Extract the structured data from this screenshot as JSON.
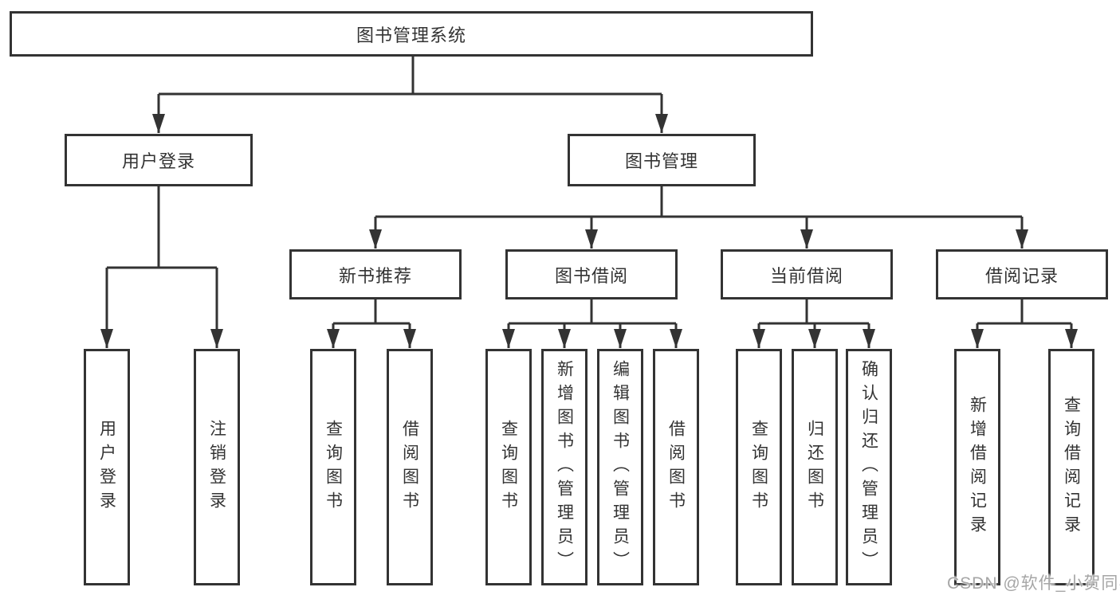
{
  "tree": {
    "root": {
      "label": "图书管理系统",
      "children": [
        {
          "label": "用户登录",
          "children": [
            {
              "label": "用户登录"
            },
            {
              "label": "注销登录"
            }
          ]
        },
        {
          "label": "图书管理",
          "children": [
            {
              "label": "新书推荐",
              "children": [
                {
                  "label": "查询图书"
                },
                {
                  "label": "借阅图书"
                }
              ]
            },
            {
              "label": "图书借阅",
              "children": [
                {
                  "label": "查询图书"
                },
                {
                  "label": "新增图书（管理员）"
                },
                {
                  "label": "编辑图书（管理员）"
                },
                {
                  "label": "借阅图书"
                }
              ]
            },
            {
              "label": "当前借阅",
              "children": [
                {
                  "label": "查询图书"
                },
                {
                  "label": "归还图书"
                },
                {
                  "label": "确认归还（管理员）"
                }
              ]
            },
            {
              "label": "借阅记录",
              "children": [
                {
                  "label": "新增借阅记录"
                },
                {
                  "label": "查询借阅记录"
                }
              ]
            }
          ]
        }
      ]
    }
  },
  "watermark": {
    "text": "CSDN @软件_小贺同学"
  },
  "colors": {
    "line": "#333333",
    "box_border": "#333333",
    "box_fill": "#ffffff",
    "text": "#333333",
    "watermark_text": "#a6a6a6",
    "background": "#ffffff"
  }
}
